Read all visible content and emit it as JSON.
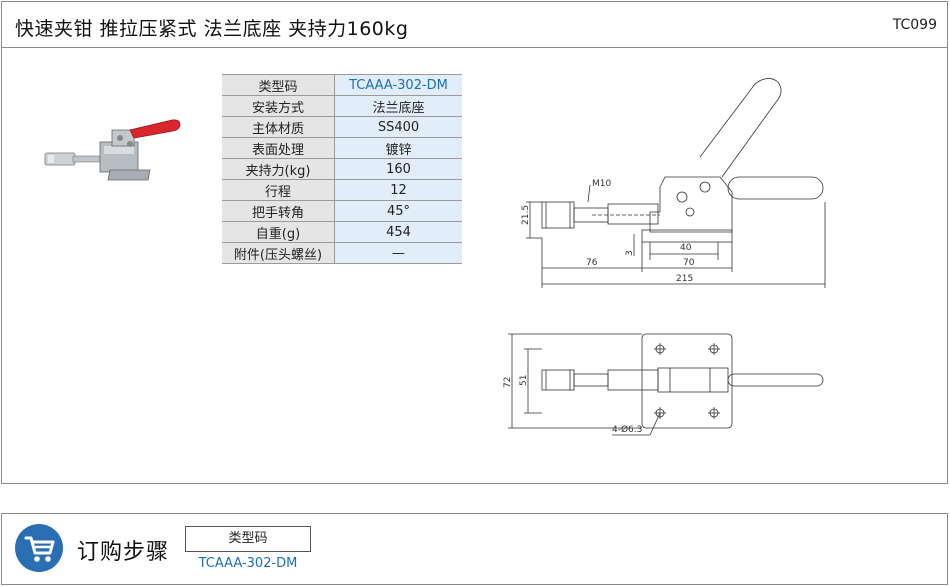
{
  "header": {
    "title": "快速夹钳  推拉压紧式  法兰底座  夹持力160kg",
    "code": "TC099"
  },
  "spec_table": {
    "rows": [
      {
        "label": "类型码",
        "value": "TCAAA-302-DM"
      },
      {
        "label": "安装方式",
        "value": "法兰底座"
      },
      {
        "label": "主体材质",
        "value": "SS400"
      },
      {
        "label": "表面处理",
        "value": "镀锌"
      },
      {
        "label": "夹持力(kg)",
        "value": "160"
      },
      {
        "label": "行程",
        "value": "12"
      },
      {
        "label": "把手转角",
        "value": "45°"
      },
      {
        "label": "自重(g)",
        "value": "454"
      },
      {
        "label": "附件(压头螺丝)",
        "value": "—"
      }
    ]
  },
  "drawing": {
    "side_view": {
      "thread": "M10",
      "dims": {
        "height": "21.5",
        "offset": "3",
        "d40": "40",
        "d70": "70",
        "d76": "76",
        "total": "215"
      }
    },
    "top_view": {
      "dims": {
        "width_outer": "72",
        "width_inner": "51",
        "holes": "4-Ø6.3"
      }
    }
  },
  "order": {
    "title": "订购步骤",
    "column_header": "类型码",
    "value": "TCAAA-302-DM"
  },
  "colors": {
    "accent_blue": "#2a6fb4",
    "value_blue": "#1a6fb8",
    "handle_red": "#d8262c"
  }
}
